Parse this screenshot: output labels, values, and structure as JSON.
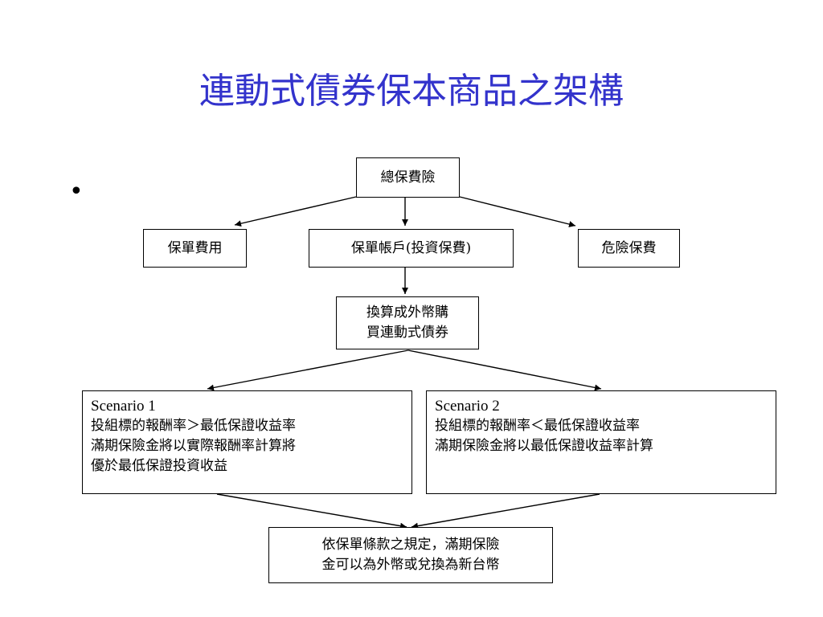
{
  "slide": {
    "title": "連動式債券保本商品之架構",
    "bullet": "•",
    "title_color": "#3333cc"
  },
  "diagram": {
    "total_premium": "總保費險",
    "policy_fee": "保單費用",
    "policy_account": "保單帳戶(投資保費)",
    "risk_premium": "危險保費",
    "convert": {
      "line1": "換算成外幣購",
      "line2": "買連動式債券"
    },
    "scenario1": {
      "name": "Scenario 1",
      "line1": "投組標的報酬率＞最低保證收益率",
      "line2": "滿期保險金將以實際報酬率計算將",
      "line3": "優於最低保證投資收益"
    },
    "scenario2": {
      "name": "Scenario 2",
      "line1": "投組標的報酬率＜最低保證收益率",
      "line2": "滿期保險金將以最低保證收益率計算"
    },
    "result": {
      "line1": "依保單條款之規定，滿期保險",
      "line2": "金可以為外幣或兌換為新台幣"
    }
  }
}
